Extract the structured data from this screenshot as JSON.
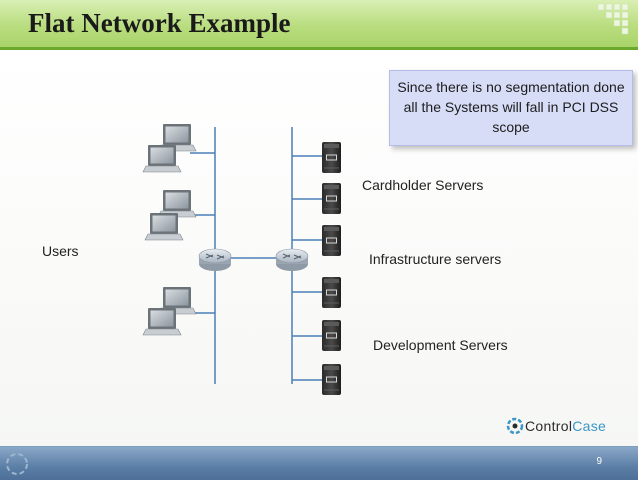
{
  "slide": {
    "title": "Flat Network Example",
    "callout": "Since there is no segmentation done all the Systems will fall in PCI DSS scope",
    "labels": {
      "users": "Users",
      "cardholder": "Cardholder Servers",
      "infrastructure": "Infrastructure servers",
      "development": "Development Servers"
    },
    "logo": {
      "part1": "Control",
      "part2": "Case"
    },
    "page_number": "9"
  },
  "colors": {
    "title_bar": "#b9dd7f",
    "title_border": "#6aa92c",
    "line": "#4a7fb8",
    "callout_fill": "#d7dcf7",
    "footer": "#5c7fa6",
    "logo_accent": "#3a96c9"
  }
}
